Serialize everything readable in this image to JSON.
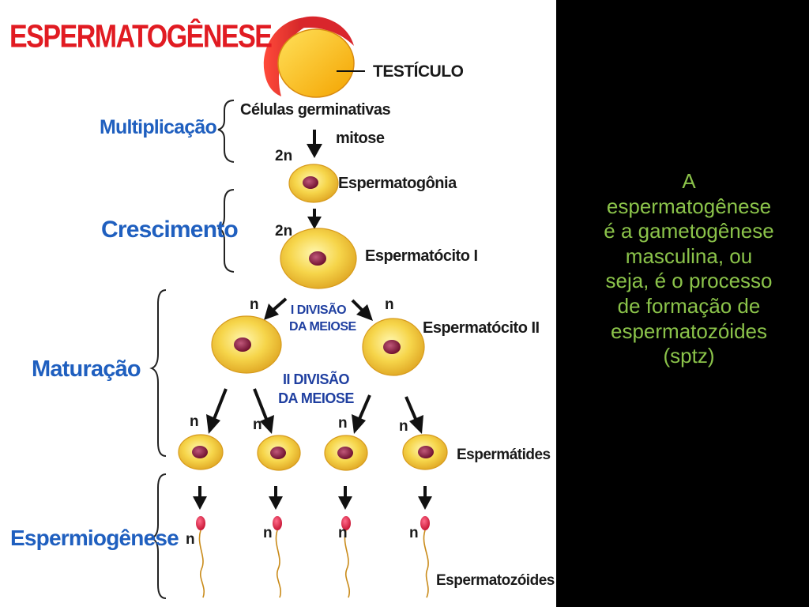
{
  "title": "ESPERMATOGÊNESE",
  "organ_label": "TESTÍCULO",
  "germ_cells_label": "Células germinativas",
  "mitosis_label": "mitose",
  "stages": {
    "multiplication": "Multiplicação",
    "growth": "Crescimento",
    "maturation": "Maturação",
    "spermiogenesis": "Espermiogênese"
  },
  "cells": {
    "spermatogonium": "Espermatogônia",
    "primary_spermatocyte": "Espermatócito I",
    "secondary_spermatocyte": "Espermatócito II",
    "spermatids": "Espermátides",
    "spermatozoa": "Espermatozóides"
  },
  "ploidy": {
    "diploid": "2n",
    "haploid": "n"
  },
  "divisions": {
    "first_line1": "I DIVISÃO",
    "first_line2": "DA MEIOSE",
    "second_line1": "II DIVISÃO",
    "second_line2": "DA MEIOSE"
  },
  "side_text": "A\nespermatogênese\né a gametogênese\nmasculina, ou\nseja, é o processo\nde formação de\nespermatozóides\n(sptz)",
  "colors": {
    "title": "#e11b22",
    "stage_label": "#1f5fbf",
    "division_label": "#1f3fa0",
    "side_text": "#8bc34a",
    "cell_fill": "#f6d54a",
    "nucleus": "#8b1535",
    "panel_background": "#000000"
  }
}
